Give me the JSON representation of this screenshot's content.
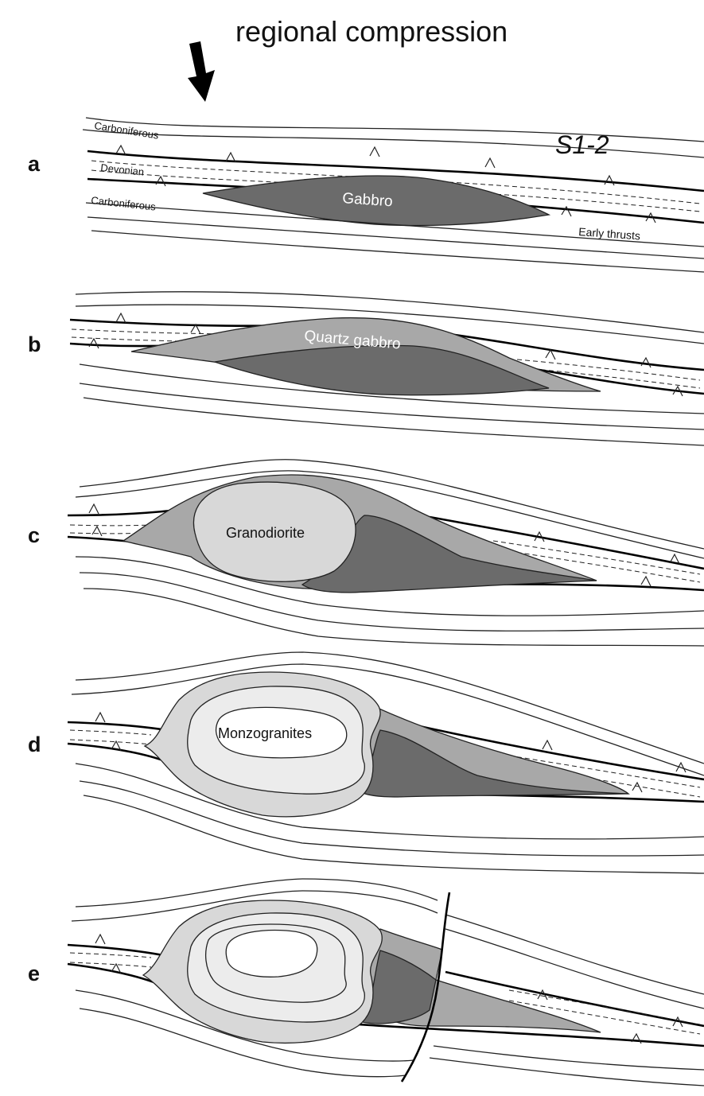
{
  "title": "regional compression",
  "panels": [
    {
      "letter": "a"
    },
    {
      "letter": "b"
    },
    {
      "letter": "c"
    },
    {
      "letter": "d"
    },
    {
      "letter": "e"
    }
  ],
  "labels": {
    "carboniferous_top": "Carboniferous",
    "devonian": "Devonian",
    "carboniferous_bottom": "Carboniferous",
    "s12": "S1-2",
    "gabbro": "Gabbro",
    "early_thrusts": "Early thrusts",
    "quartz_gabbro": "Quartz gabbro",
    "granodiorite": "Granodiorite",
    "monzogranites": "Monzogranites"
  },
  "colors": {
    "gabbro": "#6b6b6b",
    "quartz_gabbro": "#a8a8a8",
    "granodiorite": "#d8d8d8",
    "monzogranite_inner": "#ececec",
    "thrust": "#000000",
    "arrow": "#000000"
  }
}
